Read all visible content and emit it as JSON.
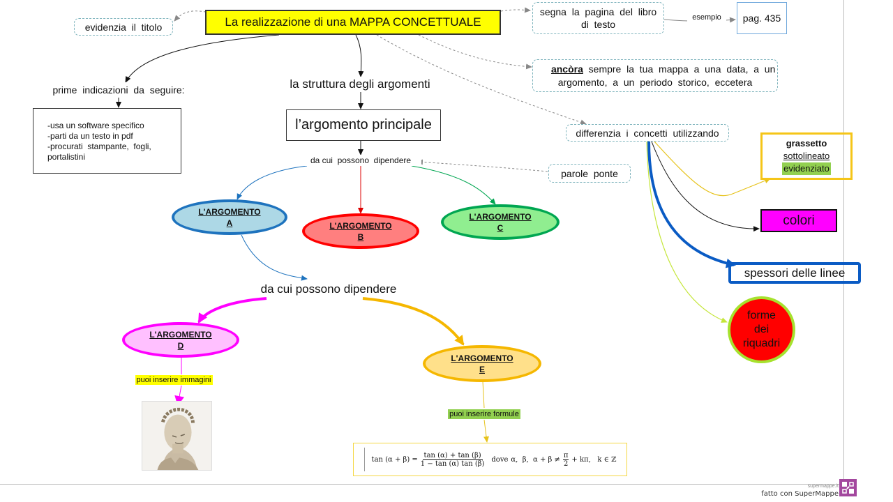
{
  "title": "La realizzazione di una MAPPA CONCETTUALE",
  "nodes": {
    "evidenzia": "evidenzia  il  titolo",
    "segna": "segna  la  pagina  del  libro\ndi  testo",
    "esempio": "esempio",
    "pagina": "pag. 435",
    "ancora_bold": "ancòra",
    "ancora_rest": "  sempre  la  tua  mappa  a  una  data,  a  un\nargomento,  a  un  periodo  storico,  eccetera",
    "prime": "prime  indicazioni  da  seguire:",
    "istruzioni": "-usa un software specifico\n-parti da un testo in pdf\n-procurati  stampante,  fogli,\nportalistini",
    "struttura": "la struttura degli argomenti",
    "principale": "l’argomento principale",
    "dipendere1": "da cui  possono  dipendere",
    "parole_ponte": "parole  ponte",
    "differenzia": "differenzia  i  concetti  utilizzando",
    "arg_a": "L'ARGOMENTO\nA",
    "arg_b": "L'ARGOMENTO\nB",
    "arg_c": "L'ARGOMENTO\nC",
    "dipendere2": "da cui possono dipendere",
    "arg_d": "L'ARGOMENTO\nD",
    "arg_e": "L'ARGOMENTO\nE",
    "immagini": "puoi inserire immagini",
    "formule": "puoi inserire formule",
    "grassetto": "grassetto",
    "sottolineato": "sottolineato",
    "evidenziato": "evidenziato",
    "colori": "colori",
    "spessori": "spessori delle linee",
    "forme": "forme\ndei\nriquadri"
  },
  "formula": {
    "lhs": "tan (α + β) =",
    "numerator": "tan (α) + tan (β)",
    "denominator": "1 − tan (α) tan (β)",
    "dove": "dove",
    "condition_a": "α,  β,  α + β ≠",
    "frac_num": "π",
    "frac_den": "2",
    "condition_b": "+ kπ,   k ∈ ℤ"
  },
  "image": {
    "label": "busto-giulio-cesare"
  },
  "footer": {
    "small": "supermappe.it",
    "credit": "fatto con SuperMappe"
  },
  "colors": {
    "title_bg": "#ffff00",
    "oval_a": "#add8e6",
    "oval_a_border": "#1e73be",
    "oval_b": "#ff7f7f",
    "oval_b_border": "#ff0000",
    "oval_c": "#90ee90",
    "oval_c_border": "#00a651",
    "oval_d": "#ffc0ff",
    "oval_d_border": "#ff00ff",
    "oval_e": "#ffe08a",
    "oval_e_border": "#f5b700",
    "colori_bg": "#ff00ff",
    "spessori_border": "#0a5bc4",
    "forme_bg": "#ff0000",
    "forme_border": "#a6e22e",
    "grassetto_border": "#f5c518",
    "logo": "#a3479e"
  }
}
